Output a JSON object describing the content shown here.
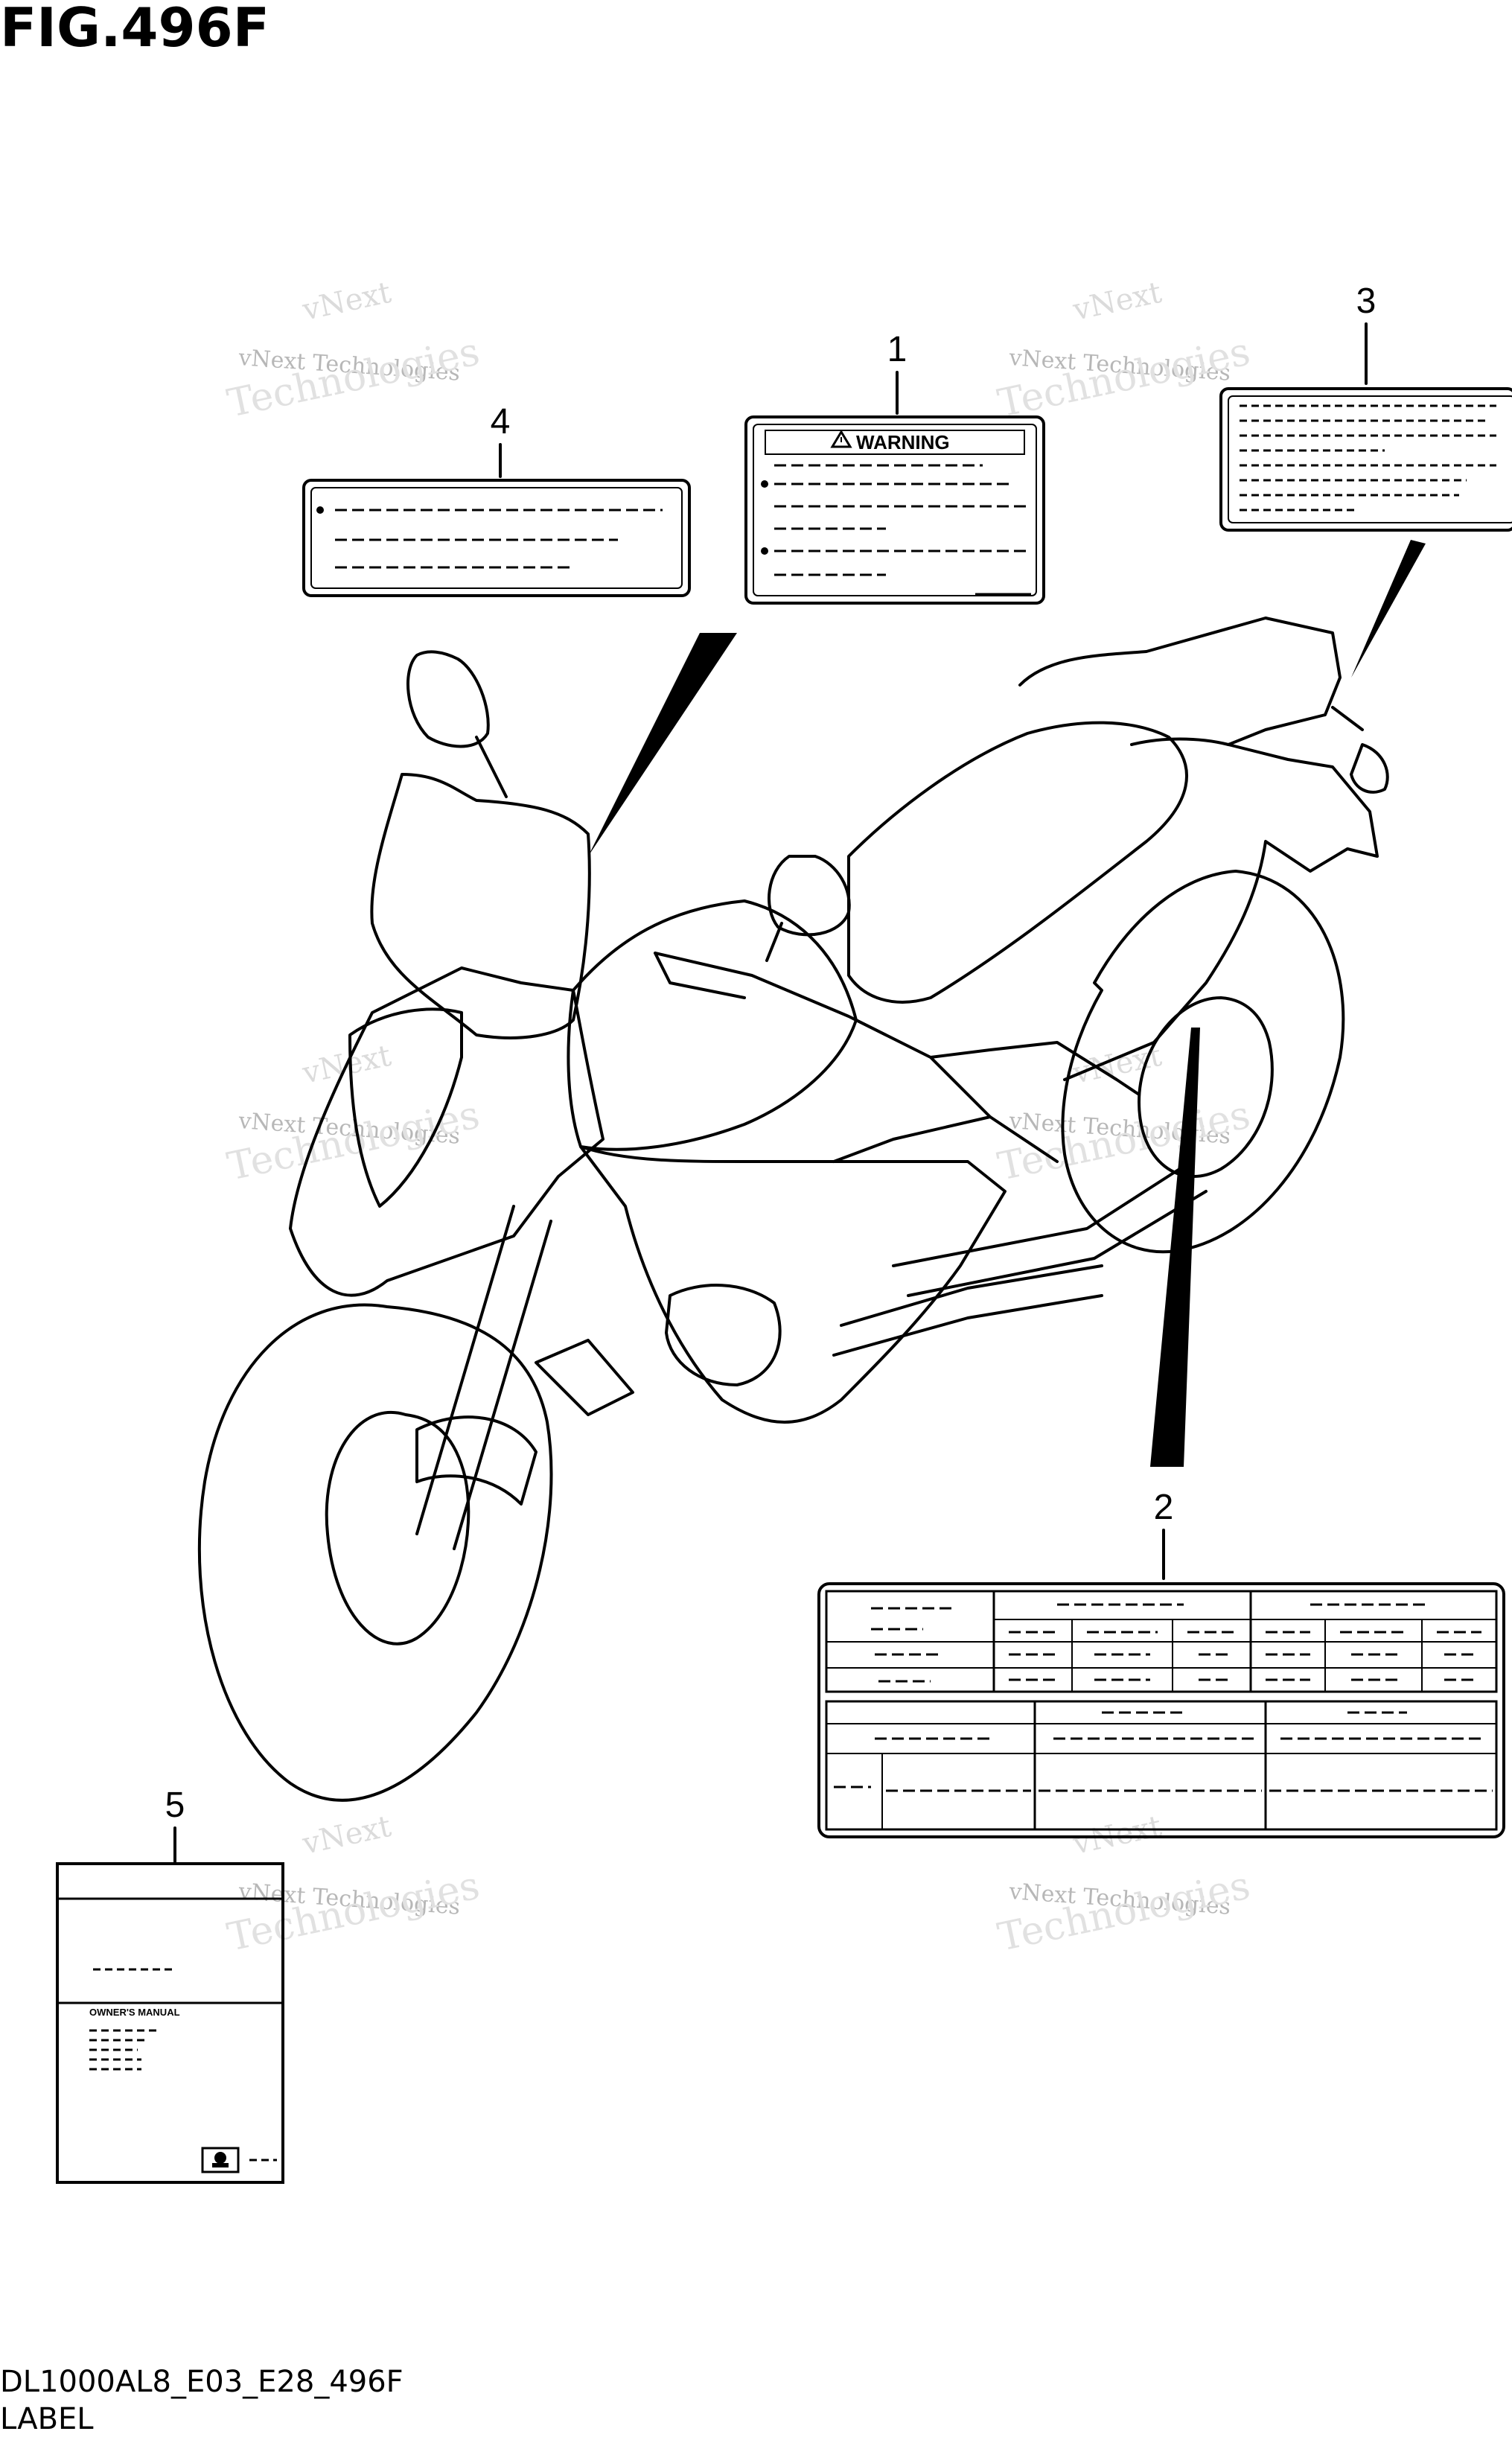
{
  "figure": {
    "title": "FIG.496F"
  },
  "callouts": [
    {
      "id": "1",
      "label": "1",
      "header_text": "WARNING"
    },
    {
      "id": "2",
      "label": "2"
    },
    {
      "id": "3",
      "label": "3"
    },
    {
      "id": "4",
      "label": "4"
    },
    {
      "id": "5",
      "label": "5",
      "manual_text": "OWNER'S MANUAL"
    }
  ],
  "watermark": {
    "line1": "vNext",
    "line2": "vNext Technologies",
    "line3": "Technologies"
  },
  "footer": {
    "model_code": "DL1000AL8_E03_E28_496F",
    "section": "LABEL"
  },
  "icons": {
    "warning": "warning-triangle-icon"
  }
}
